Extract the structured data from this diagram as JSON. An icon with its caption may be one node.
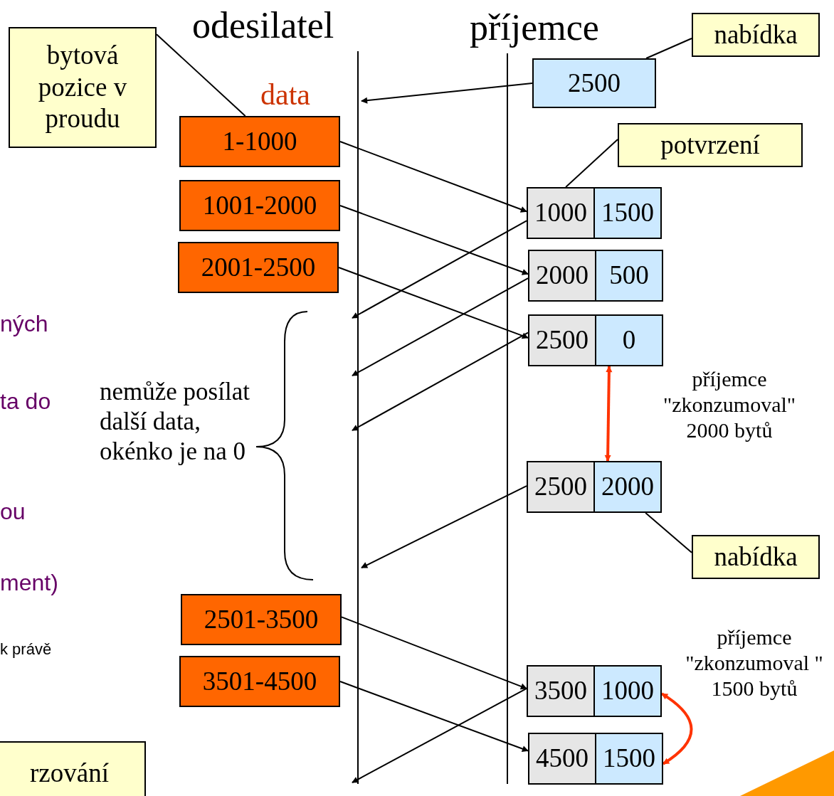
{
  "diagram": {
    "nodes": [
      {
        "text": [
          "bytová pozice v proudu"
        ]
      },
      {
        "text": [
          "2500"
        ]
      },
      {
        "text": [
          "nabídka"
        ]
      },
      {
        "text": [
          "1-1000"
        ]
      },
      {
        "text": [
          "potvrzení"
        ]
      },
      {
        "text": [
          "1001-2000"
        ]
      },
      {
        "text": [
          "1000",
          "1500"
        ]
      },
      {
        "text": [
          "2001-2500"
        ]
      },
      {
        "text": [
          "2000",
          "500"
        ]
      },
      {
        "text": [
          "2500",
          "0"
        ]
      },
      {
        "text": [
          "2500",
          "2000"
        ]
      },
      {
        "text": [
          "nabídka"
        ]
      },
      {
        "text": [
          "2501-3500"
        ]
      },
      {
        "text": [
          "3501-4500"
        ]
      },
      {
        "text": [
          "3500",
          "1000"
        ]
      },
      {
        "text": [
          "4500",
          "1500"
        ]
      },
      {
        "text": [
          "rzování"
        ]
      }
    ],
    "edges": [
      {
        "from": 1,
        "to": null,
        "arrow": "to"
      },
      {
        "from": 2,
        "to": 1,
        "arrow": "none"
      },
      {
        "from": 0,
        "to": 3,
        "arrow": "none"
      },
      {
        "from": 4,
        "to": 6,
        "arrow": "none"
      },
      {
        "from": 3,
        "to": 6,
        "arrow": "to"
      },
      {
        "from": 5,
        "to": 8,
        "arrow": "to"
      },
      {
        "from": 7,
        "to": 9,
        "arrow": "to"
      },
      {
        "from": 6,
        "to": null,
        "arrow": "to"
      },
      {
        "from": 8,
        "to": null,
        "arrow": "to"
      },
      {
        "from": 9,
        "to": null,
        "arrow": "to"
      },
      {
        "from": 9,
        "to": 10,
        "arrow": "both",
        "style": "thick",
        "color": "#ff3300"
      },
      {
        "from": 10,
        "to": null,
        "arrow": "to"
      },
      {
        "from": 11,
        "to": 10,
        "arrow": "none"
      },
      {
        "from": 12,
        "to": 14,
        "arrow": "to"
      },
      {
        "from": 13,
        "to": 15,
        "arrow": "to"
      },
      {
        "from": 14,
        "to": null,
        "arrow": "to"
      },
      {
        "from": 15,
        "to": 14,
        "arrow": "both",
        "style": "thick",
        "color": "#ff3300"
      }
    ],
    "labels": [
      "odesilatel",
      "příjemce",
      "data",
      "ných",
      "ta do",
      "nemůže posílat další data, okénko je na 0",
      "příjemce \"zkonzumoval\" 2000 bytů",
      "ou",
      "ment)",
      "k právě",
      "příjemce \"zkonzumoval \" 1500 bytů"
    ]
  }
}
